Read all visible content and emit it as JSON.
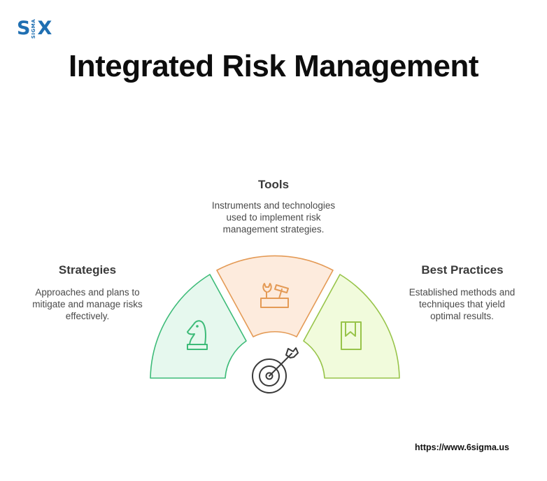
{
  "brand": {
    "logo_left": "S",
    "logo_vertical": "SIGMA",
    "logo_right": "X",
    "color": "#1f6fb2"
  },
  "title": "Integrated Risk Management",
  "segments": [
    {
      "id": "strategies",
      "heading": "Strategies",
      "description": "Approaches and plans to mitigate and manage risks effectively.",
      "fill": "#e6f8ee",
      "stroke": "#3dbb78",
      "icon": "chess-knight-icon"
    },
    {
      "id": "tools",
      "heading": "Tools",
      "description": "Instruments and technologies used to implement risk management strategies.",
      "fill": "#fdebdd",
      "stroke": "#e49a55",
      "icon": "toolbox-icon"
    },
    {
      "id": "best_practices",
      "heading": "Best Practices",
      "description": "Established methods and techniques that yield optimal results.",
      "fill": "#f1fbdc",
      "stroke": "#98c44a",
      "icon": "bookmark-book-icon"
    }
  ],
  "center_icon": "target-arrow-icon",
  "footer_url": "https://www.6sigma.us"
}
